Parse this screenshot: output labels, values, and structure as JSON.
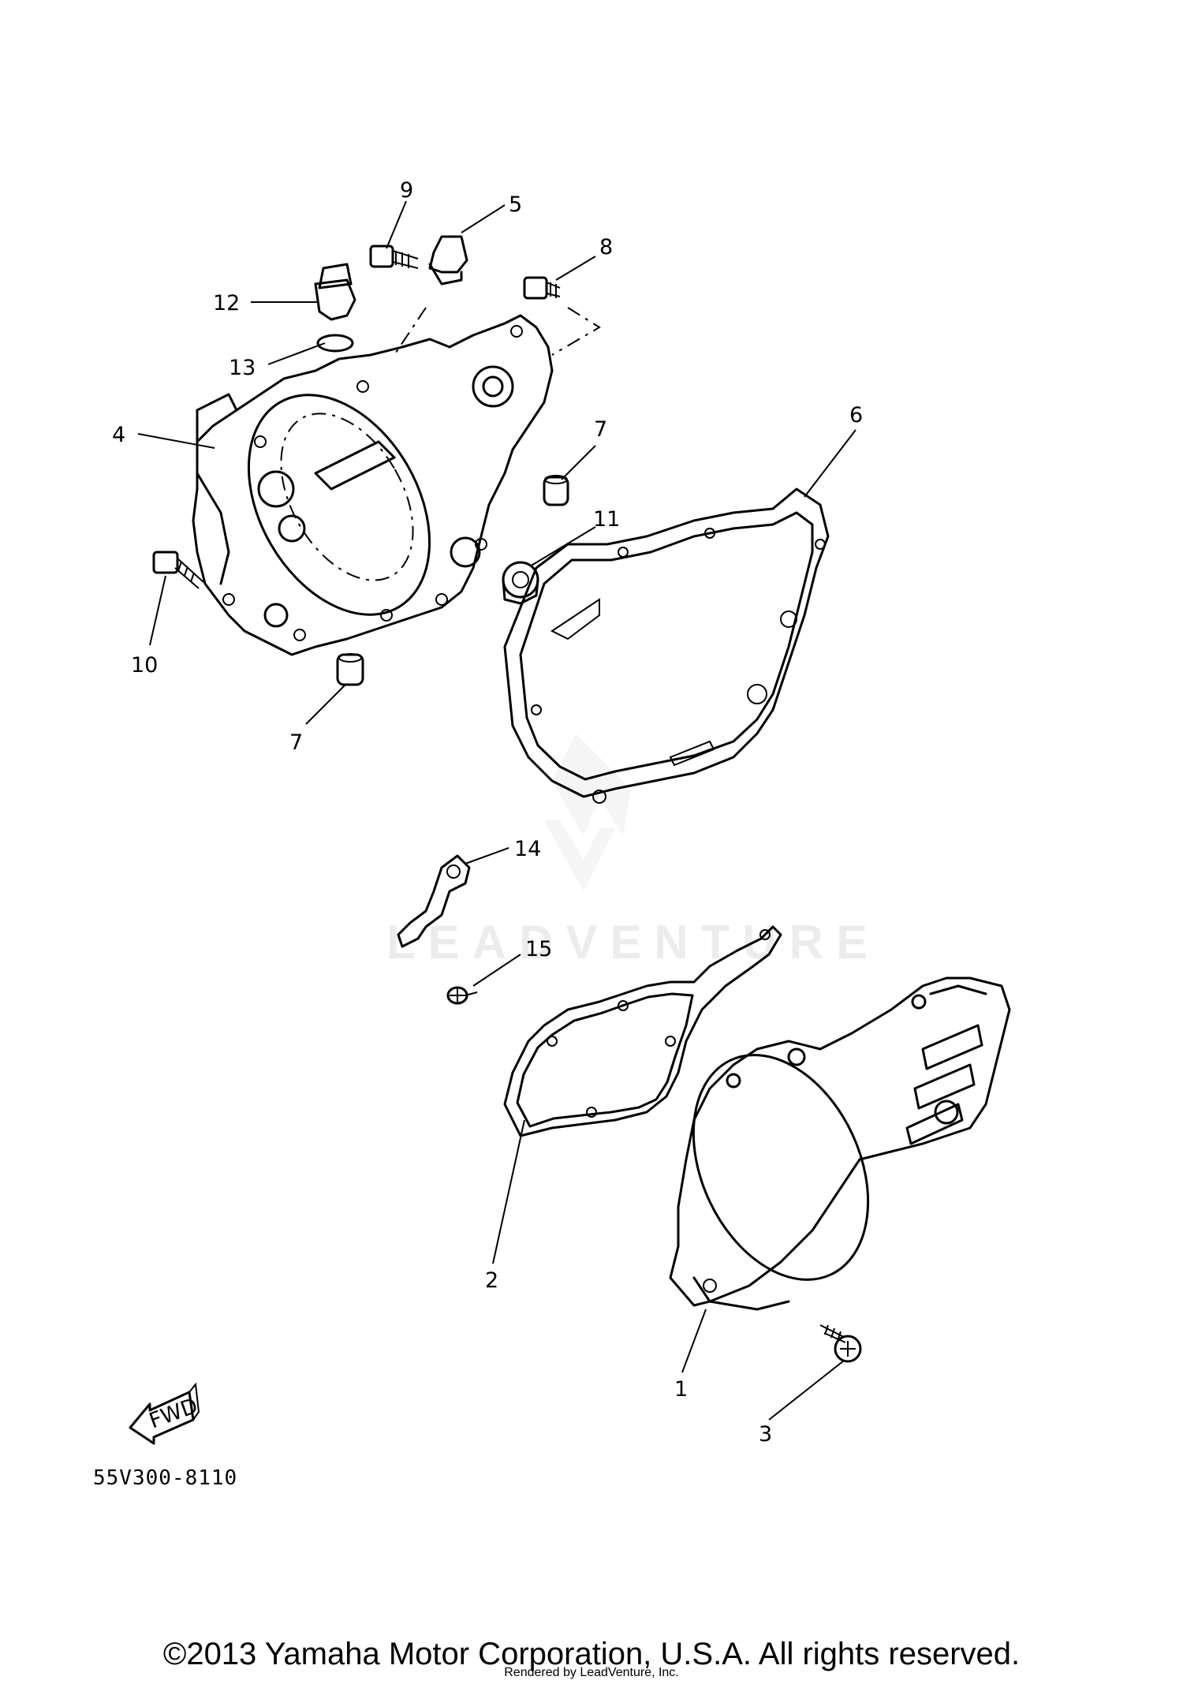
{
  "labels": {
    "p1": "1",
    "p2": "2",
    "p3": "3",
    "p4": "4",
    "p5": "5",
    "p6": "6",
    "p7a": "7",
    "p7b": "7",
    "p8": "8",
    "p9": "9",
    "p10": "10",
    "p11": "11",
    "p12": "12",
    "p13": "13",
    "p14": "14",
    "p15": "15"
  },
  "fwd_label": "FWD",
  "diagram_code": "55V300-8110",
  "watermark": "LEADVENTURE",
  "copyright": "©2013 Yamaha Motor Corporation, U.S.A. All rights reserved.",
  "rendered_by": "Rendered by LeadVenture, Inc."
}
